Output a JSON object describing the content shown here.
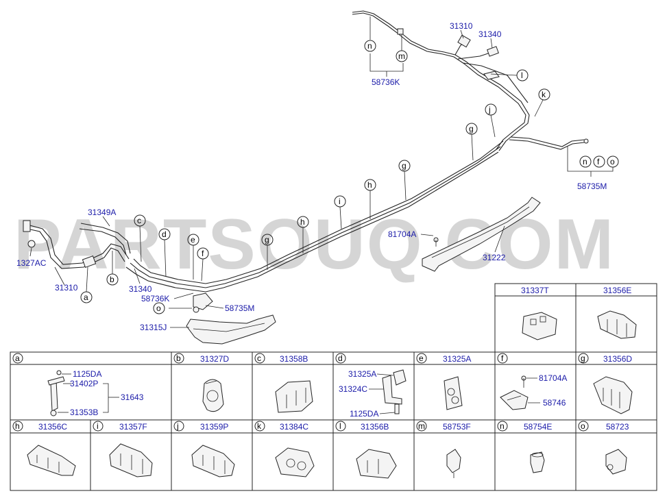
{
  "watermark": "PARTSOUQ.COM",
  "main_labels": {
    "p31310_top": "31310",
    "p31340_top": "31340",
    "p58736K_top": "58736K",
    "p58735M_right": "58735M",
    "p31349A": "31349A",
    "p1327AC": "1327AC",
    "p31310_left": "31310",
    "p31340_left": "31340",
    "p58736K_left": "58736K",
    "p58735M_mid": "58735M",
    "p31315J": "31315J",
    "p81704A": "81704A",
    "p31222": "31222"
  },
  "callouts": {
    "a": "a",
    "b": "b",
    "c": "c",
    "d": "d",
    "e": "e",
    "f": "f",
    "g": "g",
    "h": "h",
    "i": "i",
    "j": "j",
    "k": "k",
    "l": "l",
    "m": "m",
    "n": "n",
    "o": "o"
  },
  "extra_cells": [
    {
      "part": "31337T"
    },
    {
      "part": "31356E"
    }
  ],
  "cells_row1": [
    {
      "key": "a",
      "part": ""
    },
    {
      "key": "b",
      "part": "31327D"
    },
    {
      "key": "c",
      "part": "31358B"
    },
    {
      "key": "d",
      "part": ""
    },
    {
      "key": "e",
      "part": "31325A"
    },
    {
      "key": "f",
      "part": ""
    },
    {
      "key": "g",
      "part": "31356D"
    }
  ],
  "cells_row2": [
    {
      "key": "h",
      "part": "31356C"
    },
    {
      "key": "i",
      "part": "31357F"
    },
    {
      "key": "j",
      "part": "31359P"
    },
    {
      "key": "k",
      "part": "31384C"
    },
    {
      "key": "l",
      "part": "31356B"
    },
    {
      "key": "m",
      "part": "58753F"
    },
    {
      "key": "n",
      "part": "58754E"
    },
    {
      "key": "o",
      "part": "58723"
    }
  ],
  "cell_a": {
    "l1": "1125DA",
    "l2": "31402P",
    "l3": "31643",
    "l4": "31353B"
  },
  "cell_d": {
    "l1": "31325A",
    "l2": "31324C",
    "l3": "1125DA"
  },
  "cell_f": {
    "l1": "81704A",
    "l2": "58746"
  }
}
